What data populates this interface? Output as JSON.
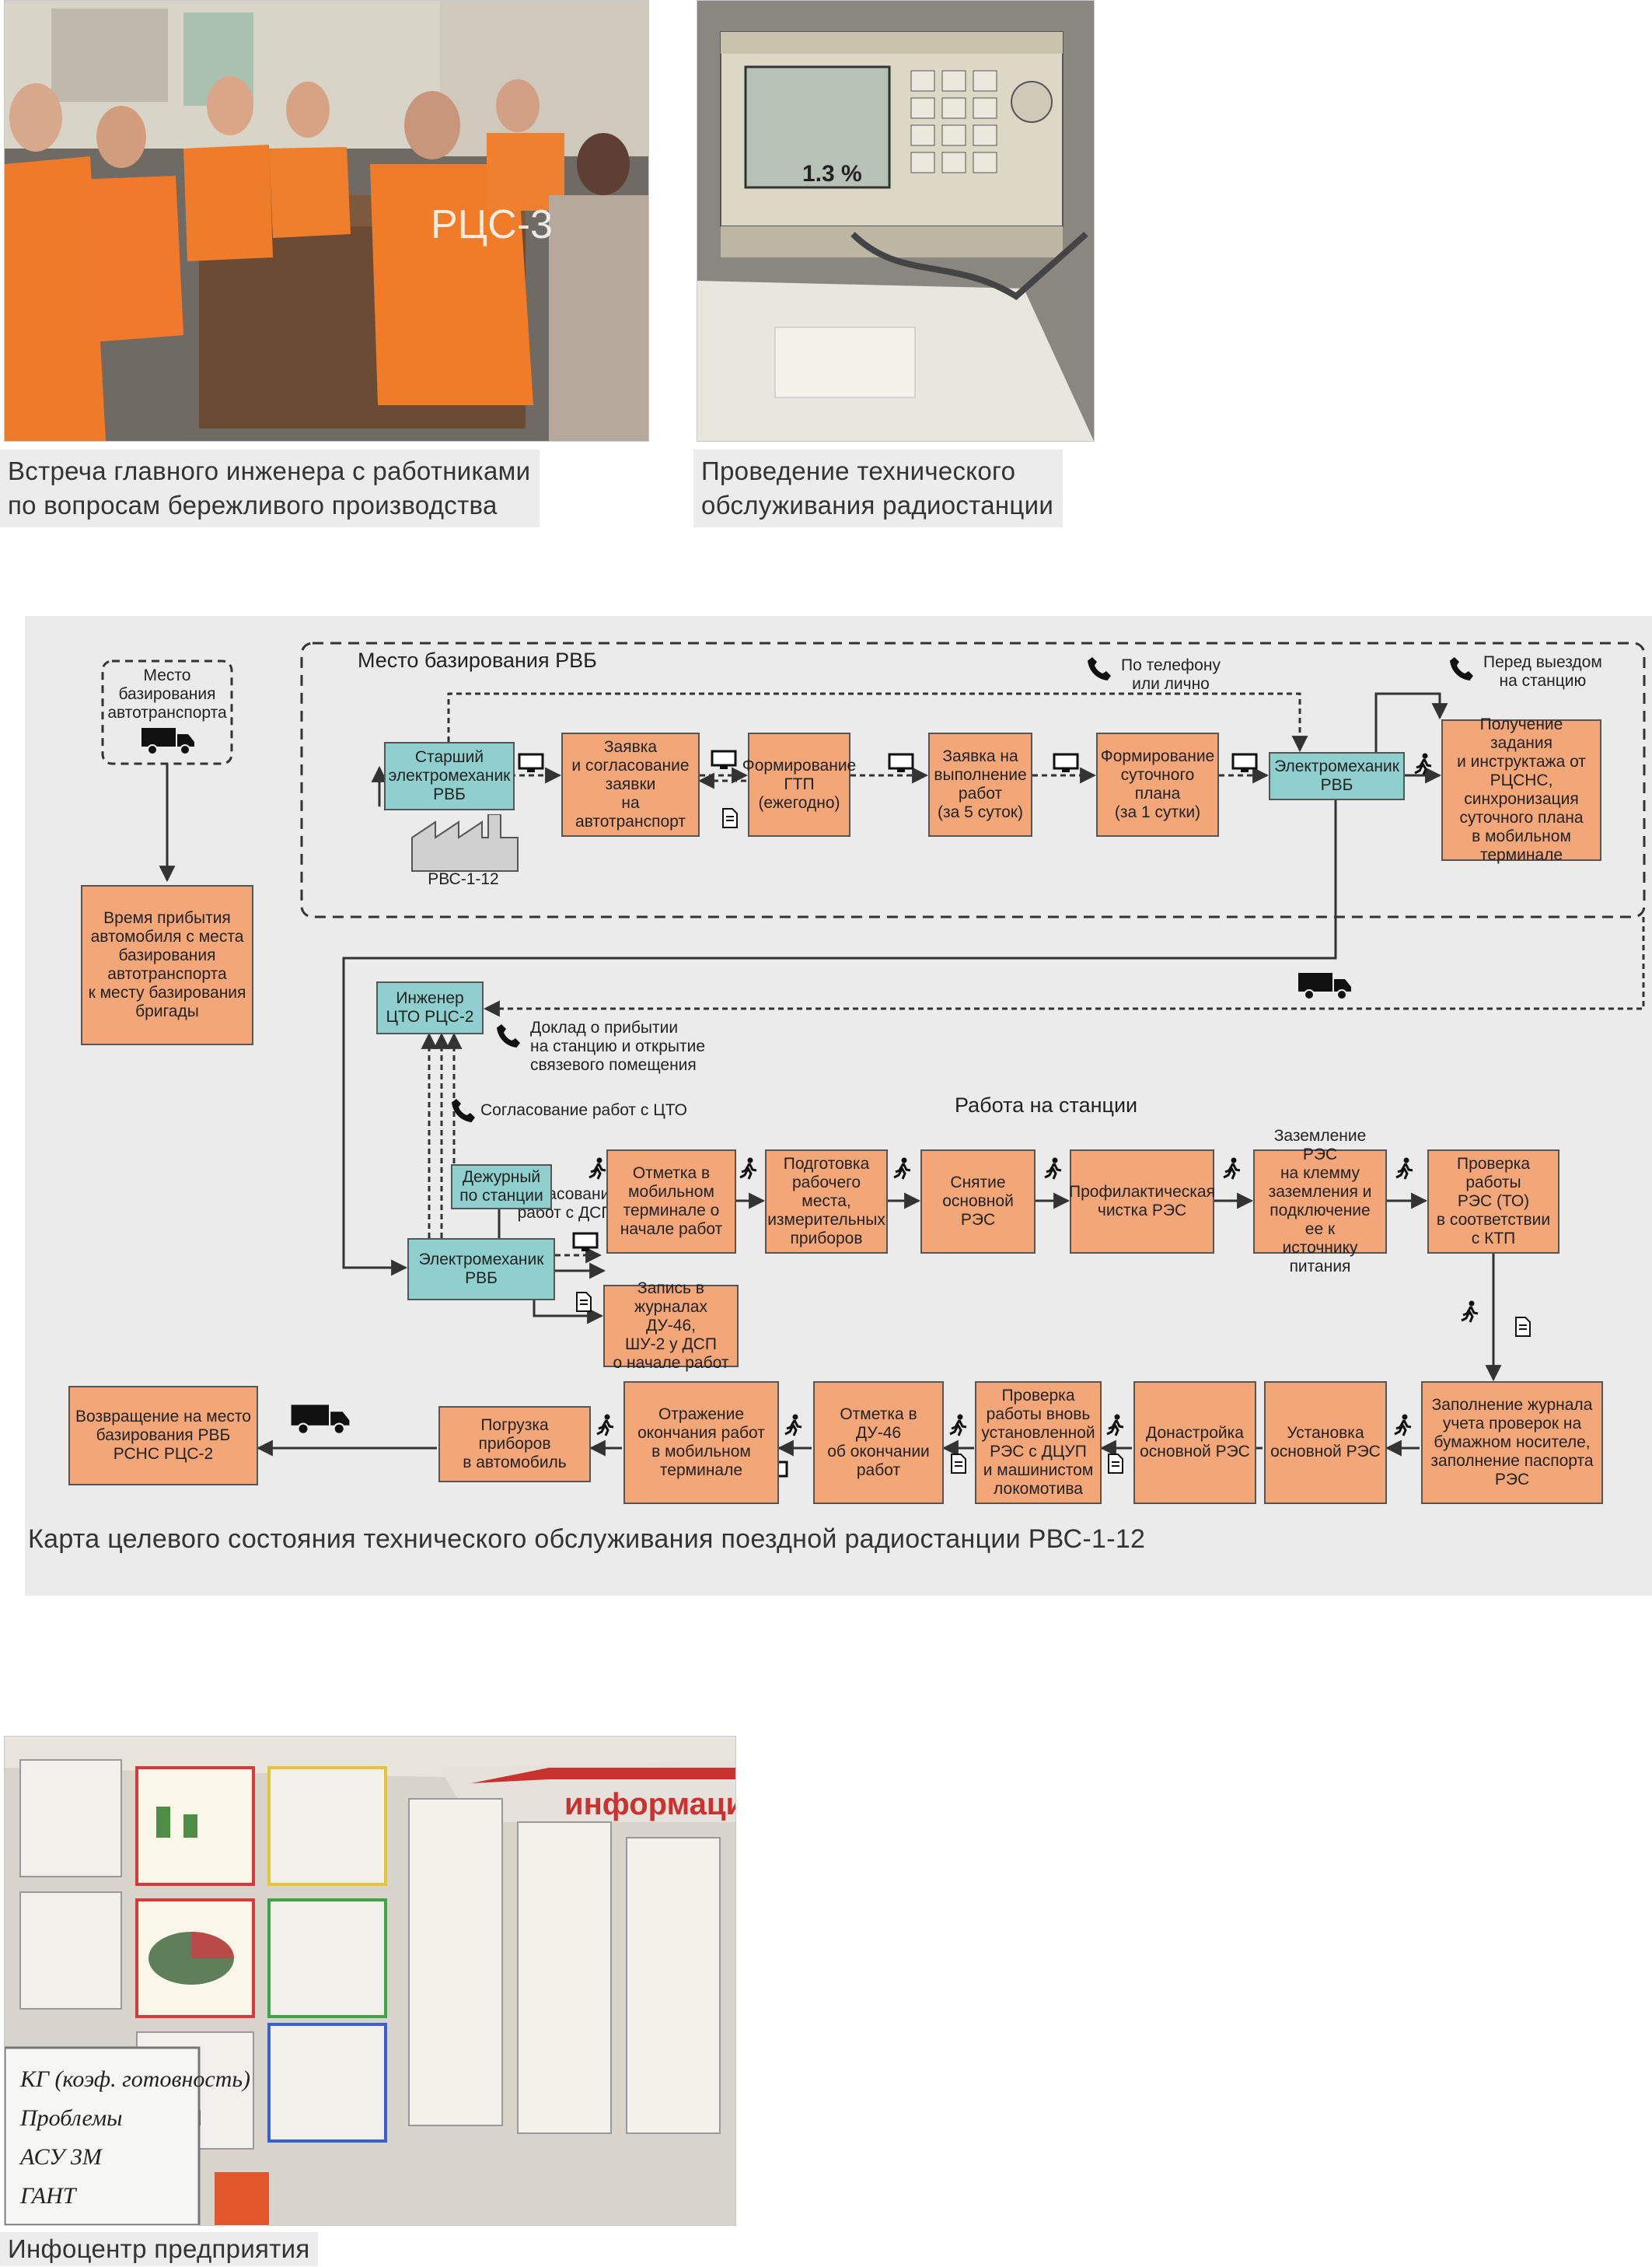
{
  "captions": {
    "photo_meeting": [
      "Встреча главного инженера с работниками",
      "по вопросам бережливого производства"
    ],
    "photo_radio": [
      "Проведение технического",
      "обслуживания радиостанции"
    ],
    "diagram": "Карта целевого состояния технического обслуживания поездной радиостанции РВС-1-12",
    "photo_infocenter": "Инфоцентр предприятия"
  },
  "photo_text": {
    "vest_label": "РЦС-3",
    "screen_value": "1.3 %",
    "board_header": "информация",
    "whiteboard_lines": [
      "КГ (коэф. готовность)",
      "Проблемы",
      "АСУ 3М",
      "ГАНТ"
    ]
  },
  "diagram": {
    "zone_base": "Место базирования РВБ",
    "zone_station": "Работа на станции",
    "notes": {
      "by_phone": "По телефону\nили лично",
      "before_departure": "Перед выездом\nна станцию",
      "arrival_report": "Доклад о прибытии\nна станцию и открытие\nсвязевого помещения",
      "agree_cto": "Согласование работ с ЦТО",
      "agree_dsp": "Согласование\nработ с ДСП"
    },
    "boxes": {
      "auto_base": "Место\nбазирования\nавтотранспорта",
      "arrival_time": "Время прибытия\nавтомобиля с места\nбазирования\nавтотранспорта\nк месту базирования\nбригады",
      "senior_em": "Старший\nэлектромеханик\nРВБ",
      "rvs": "РВС-1-12",
      "request": "Заявка\nи согласование\nзаявки\nна автотранспорт",
      "gtp": "Формирование\nГТП\n(ежегодно)",
      "work_request": "Заявка  на\nвыполнение\nработ\n(за 5 суток)",
      "daily_plan": "Формирование\nсуточного плана\n(за 1 сутки)",
      "em_rvb_top": "Электромеханик\nРВБ",
      "task": "Получение задания\nи инструктажа от\nРЦСНС,\nсинхронизация\nсуточного плана\nв мобильном\nтерминале",
      "engineer": "Инженер\nЦТО РЦС-2",
      "duty": "Дежурный\nпо станции",
      "em_rvb_bottom": "Электромеханик\nРВБ",
      "journal_record": "Запись в\nжурналах ДУ-46,\nШУ-2 у ДСП\nо начале  работ",
      "mark_start": "Отметка в\nмобильном\nтерминале о\nначале работ",
      "prepare": "Подготовка\nрабочего места,\nизмерительных\nприборов",
      "remove": "Снятие\nосновной РЭС",
      "cleaning": "Профилактическая\nчистка  РЭС",
      "grounding": "Заземление РЭС\nна клемму\nзаземления и\nподключение ее к\nисточнику питания",
      "check_to": "Проверка работы\nРЭС (ТО)\nв соответствии\nс КТП",
      "fill_journal": "Заполнение журнала\nучета проверок на\nбумажном носителе,\nзаполнение паспорта\nРЭС",
      "install": "Установка\nосновной РЭС",
      "tune": "Донастройка\nосновной РЭС",
      "check_again": "Проверка\nработы вновь\nустановленной\nРЭС с ДЦУП\nи машинистом\nлокомотива",
      "mark_du46": "Отметка в ДУ-46\nоб окончании\nработ",
      "reflect_end": "Отражение\nокончания работ\nв мобильном\nтерминале",
      "loading": "Погрузка приборов\nв автомобиль",
      "return": "Возвращение на место\nбазирования РВБ\nРСНС РЦС-2"
    }
  },
  "colors": {
    "box_orange": "#f3a678",
    "box_teal": "#8fd0cf",
    "box_gray": "#d0d0d0",
    "diagram_bg": "#ebebeb"
  }
}
